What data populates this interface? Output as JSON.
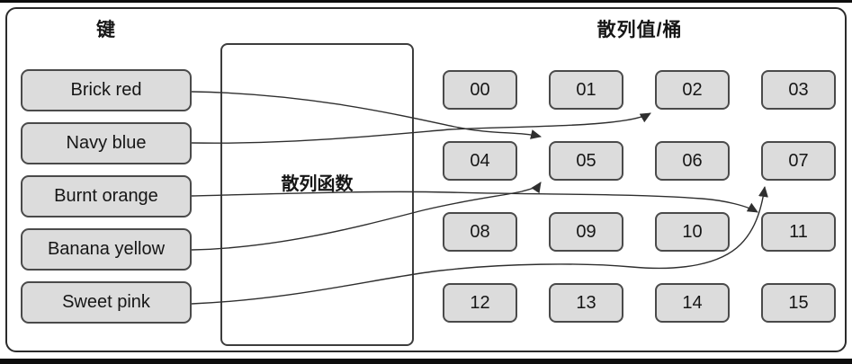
{
  "figure": {
    "left_header": "键",
    "right_header": "散列值/桶",
    "hash_box_label": "散列函数",
    "keys": [
      {
        "label": "Brick red"
      },
      {
        "label": "Navy blue"
      },
      {
        "label": "Burnt orange"
      },
      {
        "label": "Banana yellow"
      },
      {
        "label": "Sweet pink"
      }
    ],
    "buckets": [
      {
        "label": "00"
      },
      {
        "label": "01"
      },
      {
        "label": "02"
      },
      {
        "label": "03"
      },
      {
        "label": "04"
      },
      {
        "label": "05"
      },
      {
        "label": "06"
      },
      {
        "label": "07"
      },
      {
        "label": "08"
      },
      {
        "label": "09"
      },
      {
        "label": "10"
      },
      {
        "label": "11"
      },
      {
        "label": "12"
      },
      {
        "label": "13"
      },
      {
        "label": "14"
      },
      {
        "label": "15"
      }
    ],
    "mappings": [
      {
        "key": "Brick red",
        "bucket": "05"
      },
      {
        "key": "Navy blue",
        "bucket": "02"
      },
      {
        "key": "Burnt orange",
        "bucket": "11"
      },
      {
        "key": "Banana yellow",
        "bucket": "05"
      },
      {
        "key": "Sweet pink",
        "bucket": "07"
      }
    ],
    "colors": {
      "box_fill": "#dcdcdc",
      "box_border": "#4a4a4a",
      "arrow": "#2f2f2f",
      "frame": "#2b2b2b"
    }
  }
}
